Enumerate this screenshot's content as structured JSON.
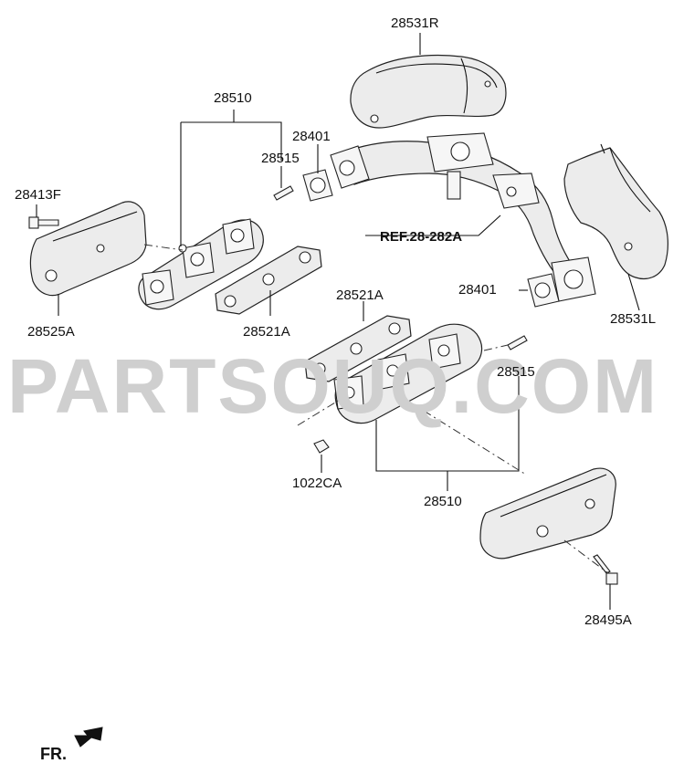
{
  "labels": {
    "p28531R": "28531R",
    "p28510_top": "28510",
    "p28401_top": "28401",
    "p28515_top": "28515",
    "p28413F": "28413F",
    "ref": "REF.28-282A",
    "p28531L": "28531L",
    "p28401_right": "28401",
    "p28521A_top": "28521A",
    "p28521A_mid": "28521A",
    "p28525A": "28525A",
    "p28515_right": "28515",
    "p1022CA": "1022CA",
    "p28510_bottom": "28510",
    "p28495A": "28495A",
    "fr": "FR."
  },
  "watermark": "PARTSOUQ.COM",
  "icons": {
    "fr_arrow": "front-direction-arrow-icon"
  },
  "colors": {
    "line": "#222222",
    "part_fill": "#ececec",
    "watermark": "#cfcfcf"
  }
}
